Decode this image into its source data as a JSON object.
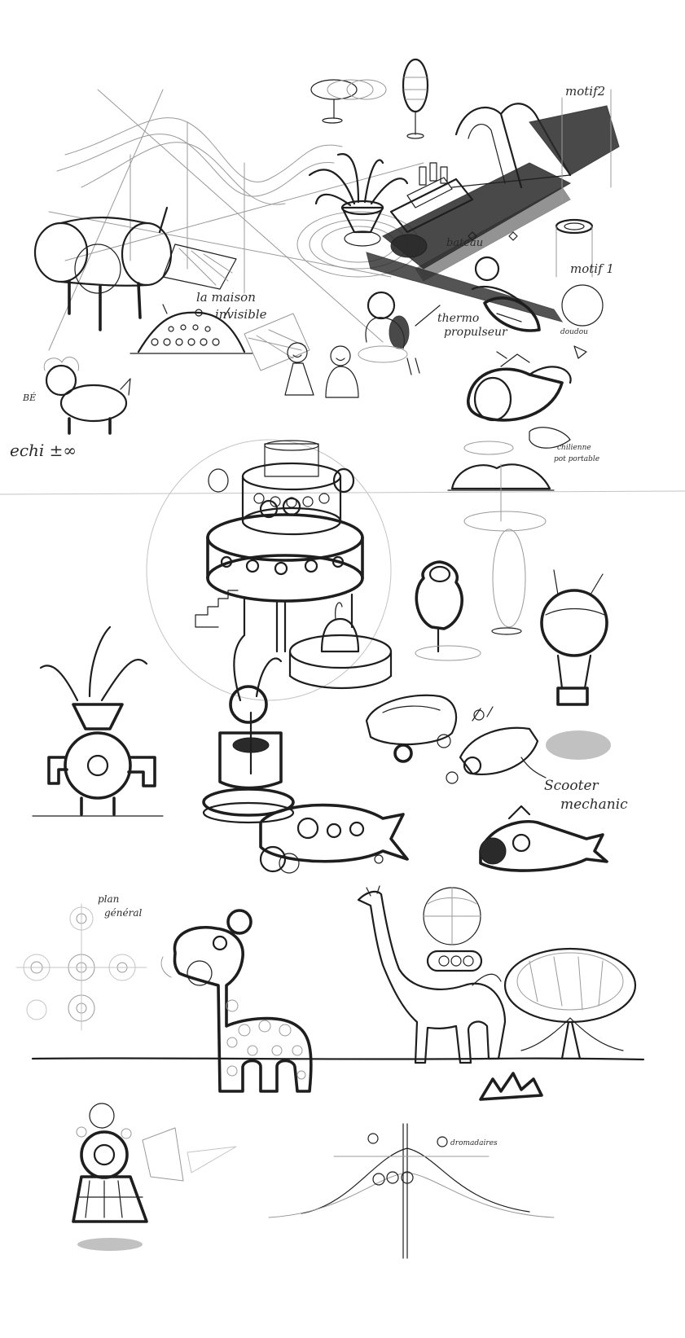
{
  "sheet": {
    "labels": {
      "motif2": "motif2",
      "motif1": "motif 1",
      "bateau": "bateau",
      "maison_line1": "la maison",
      "maison_line2": "invisible",
      "thermo_line1": "thermo",
      "thermo_line2": "propulseur",
      "bebe": "BÉ",
      "echi": "echi ±∞",
      "scooter_line1": "Scooter",
      "scooter_line2": "mechanic",
      "plan_line1": "plan",
      "plan_line2": "général",
      "chilienne_line1": "chilienne",
      "chilienne_line2": "pot portable",
      "doudou": "doudou",
      "dromadaires": "dromadaires"
    }
  }
}
